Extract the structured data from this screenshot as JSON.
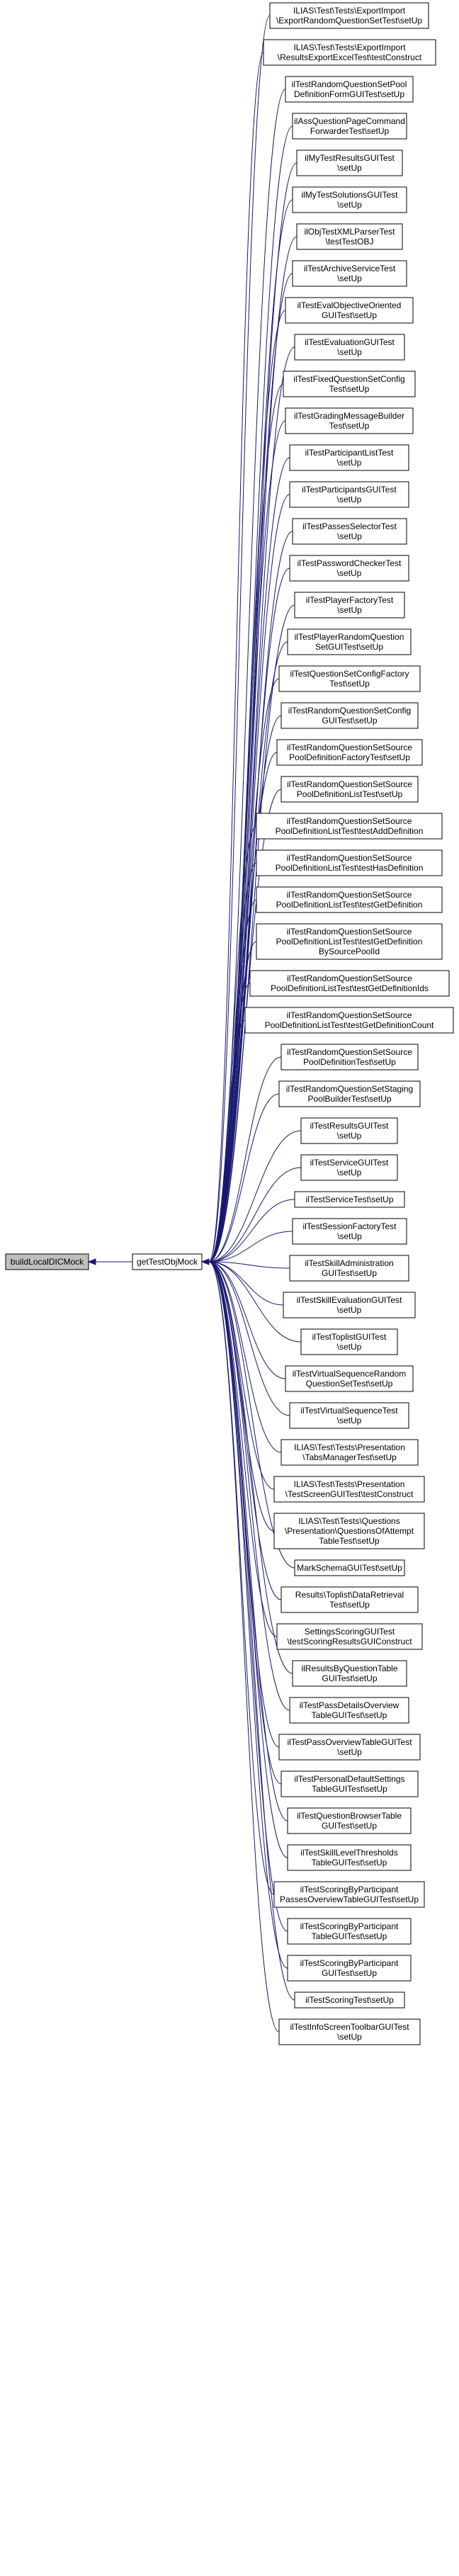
{
  "graph": {
    "colors": {
      "edge": "#191970",
      "root_fill": "#bfbfbf",
      "node_fill": "#ffffff",
      "border": "#000000"
    },
    "root": {
      "lines": [
        "buildLocalDICMock"
      ]
    },
    "middle": {
      "lines": [
        "getTestObjMock"
      ]
    },
    "callers": [
      {
        "lines": [
          "ILIAS\\Test\\Tests\\ExportImport",
          "\\ExportRandomQuestionSetTest\\setUp"
        ]
      },
      {
        "lines": [
          "ILIAS\\Test\\Tests\\ExportImport",
          "\\ResultsExportExcelTest\\testConstruct"
        ]
      },
      {
        "lines": [
          "ilTestRandomQuestionSetPool",
          "DefinitionFormGUITest\\setUp"
        ]
      },
      {
        "lines": [
          "ilAssQuestionPageCommand",
          "ForwarderTest\\setUp"
        ]
      },
      {
        "lines": [
          "ilMyTestResultsGUITest",
          "\\setUp"
        ]
      },
      {
        "lines": [
          "ilMyTestSolutionsGUITest",
          "\\setUp"
        ]
      },
      {
        "lines": [
          "ilObjTestXMLParserTest",
          "\\testTestOBJ"
        ]
      },
      {
        "lines": [
          "ilTestArchiveServiceTest",
          "\\setUp"
        ]
      },
      {
        "lines": [
          "ilTestEvalObjectiveOriented",
          "GUITest\\setUp"
        ]
      },
      {
        "lines": [
          "ilTestEvaluationGUITest",
          "\\setUp"
        ]
      },
      {
        "lines": [
          "ilTestFixedQuestionSetConfig",
          "Test\\setUp"
        ]
      },
      {
        "lines": [
          "ilTestGradingMessageBuilder",
          "Test\\setUp"
        ]
      },
      {
        "lines": [
          "ilTestParticipantListTest",
          "\\setUp"
        ]
      },
      {
        "lines": [
          "ilTestParticipantsGUITest",
          "\\setUp"
        ]
      },
      {
        "lines": [
          "ilTestPassesSelectorTest",
          "\\setUp"
        ]
      },
      {
        "lines": [
          "ilTestPasswordCheckerTest",
          "\\setUp"
        ]
      },
      {
        "lines": [
          "ilTestPlayerFactoryTest",
          "\\setUp"
        ]
      },
      {
        "lines": [
          "ilTestPlayerRandomQuestion",
          "SetGUITest\\setUp"
        ]
      },
      {
        "lines": [
          "ilTestQuestionSetConfigFactory",
          "Test\\setUp"
        ]
      },
      {
        "lines": [
          "ilTestRandomQuestionSetConfig",
          "GUITest\\setUp"
        ]
      },
      {
        "lines": [
          "ilTestRandomQuestionSetSource",
          "PoolDefinitionFactoryTest\\setUp"
        ]
      },
      {
        "lines": [
          "ilTestRandomQuestionSetSource",
          "PoolDefinitionListTest\\setUp"
        ]
      },
      {
        "lines": [
          "ilTestRandomQuestionSetSource",
          "PoolDefinitionListTest\\testAddDefinition"
        ]
      },
      {
        "lines": [
          "ilTestRandomQuestionSetSource",
          "PoolDefinitionListTest\\testHasDefinition"
        ]
      },
      {
        "lines": [
          "ilTestRandomQuestionSetSource",
          "PoolDefinitionListTest\\testGetDefinition"
        ]
      },
      {
        "lines": [
          "ilTestRandomQuestionSetSource",
          "PoolDefinitionListTest\\testGetDefinition",
          "BySourcePoolId"
        ]
      },
      {
        "lines": [
          "ilTestRandomQuestionSetSource",
          "PoolDefinitionListTest\\testGetDefinitionIds"
        ]
      },
      {
        "lines": [
          "ilTestRandomQuestionSetSource",
          "PoolDefinitionListTest\\testGetDefinitionCount"
        ]
      },
      {
        "lines": [
          "ilTestRandomQuestionSetSource",
          "PoolDefinitionTest\\setUp"
        ]
      },
      {
        "lines": [
          "ilTestRandomQuestionSetStaging",
          "PoolBuilderTest\\setUp"
        ]
      },
      {
        "lines": [
          "ilTestResultsGUITest",
          "\\setUp"
        ]
      },
      {
        "lines": [
          "ilTestServiceGUITest",
          "\\setUp"
        ]
      },
      {
        "lines": [
          "ilTestServiceTest\\setUp"
        ]
      },
      {
        "lines": [
          "ilTestSessionFactoryTest",
          "\\setUp"
        ]
      },
      {
        "lines": [
          "ilTestSkillAdministration",
          "GUITest\\setUp"
        ]
      },
      {
        "lines": [
          "ilTestSkillEvaluationGUITest",
          "\\setUp"
        ]
      },
      {
        "lines": [
          "ilTestToplistGUITest",
          "\\setUp"
        ]
      },
      {
        "lines": [
          "ilTestVirtualSequenceRandom",
          "QuestionSetTest\\setUp"
        ]
      },
      {
        "lines": [
          "ilTestVirtualSequenceTest",
          "\\setUp"
        ]
      },
      {
        "lines": [
          "ILIAS\\Test\\Tests\\Presentation",
          "\\TabsManagerTest\\setUp"
        ]
      },
      {
        "lines": [
          "ILIAS\\Test\\Tests\\Presentation",
          "\\TestScreenGUITest\\testConstruct"
        ]
      },
      {
        "lines": [
          "ILIAS\\Test\\Tests\\Questions",
          "\\Presentation\\QuestionsOfAttempt",
          "TableTest\\setUp"
        ]
      },
      {
        "lines": [
          "MarkSchemaGUITest\\setUp"
        ]
      },
      {
        "lines": [
          "Results\\Toplist\\DataRetrieval",
          "Test\\setUp"
        ]
      },
      {
        "lines": [
          "SettingsScoringGUITest",
          "\\testScoringResultsGUIConstruct"
        ]
      },
      {
        "lines": [
          "ilResultsByQuestionTable",
          "GUITest\\setUp"
        ]
      },
      {
        "lines": [
          "ilTestPassDetailsOverview",
          "TableGUITest\\setUp"
        ]
      },
      {
        "lines": [
          "ilTestPassOverviewTableGUITest",
          "\\setUp"
        ]
      },
      {
        "lines": [
          "ilTestPersonalDefaultSettings",
          "TableGUITest\\setUp"
        ]
      },
      {
        "lines": [
          "ilTestQuestionBrowserTable",
          "GUITest\\setUp"
        ]
      },
      {
        "lines": [
          "ilTestSkillLevelThresholds",
          "TableGUITest\\setUp"
        ]
      },
      {
        "lines": [
          "ilTestScoringByParticipant",
          "PassesOverviewTableGUITest\\setUp"
        ]
      },
      {
        "lines": [
          "ilTestScoringByParticipant",
          "TableGUITest\\setUp"
        ]
      },
      {
        "lines": [
          "ilTestScoringByParticipant",
          "GUITest\\setUp"
        ]
      },
      {
        "lines": [
          "ilTestScoringTest\\setUp"
        ]
      },
      {
        "lines": [
          "ilTestInfoScreenToolbarGUITest",
          "\\setUp"
        ]
      }
    ]
  }
}
